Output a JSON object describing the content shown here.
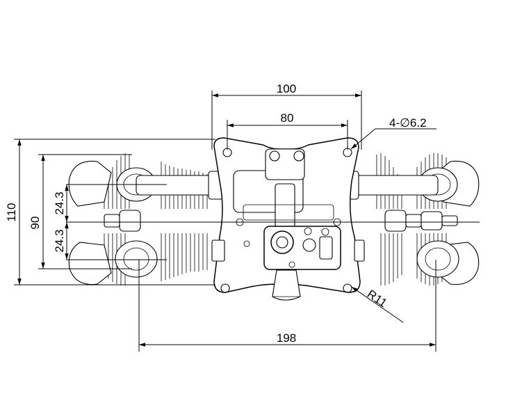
{
  "drawing": {
    "title": "",
    "dimensions": {
      "overall_mount_width": "100",
      "mount_hole_spacing": "80",
      "mount_holes": "4-∅6.2",
      "overall_height": "110",
      "crankcase_height": "90",
      "upper_offset": "24.3",
      "lower_offset": "24.3",
      "radius": "R11",
      "overall_width": "198"
    }
  }
}
